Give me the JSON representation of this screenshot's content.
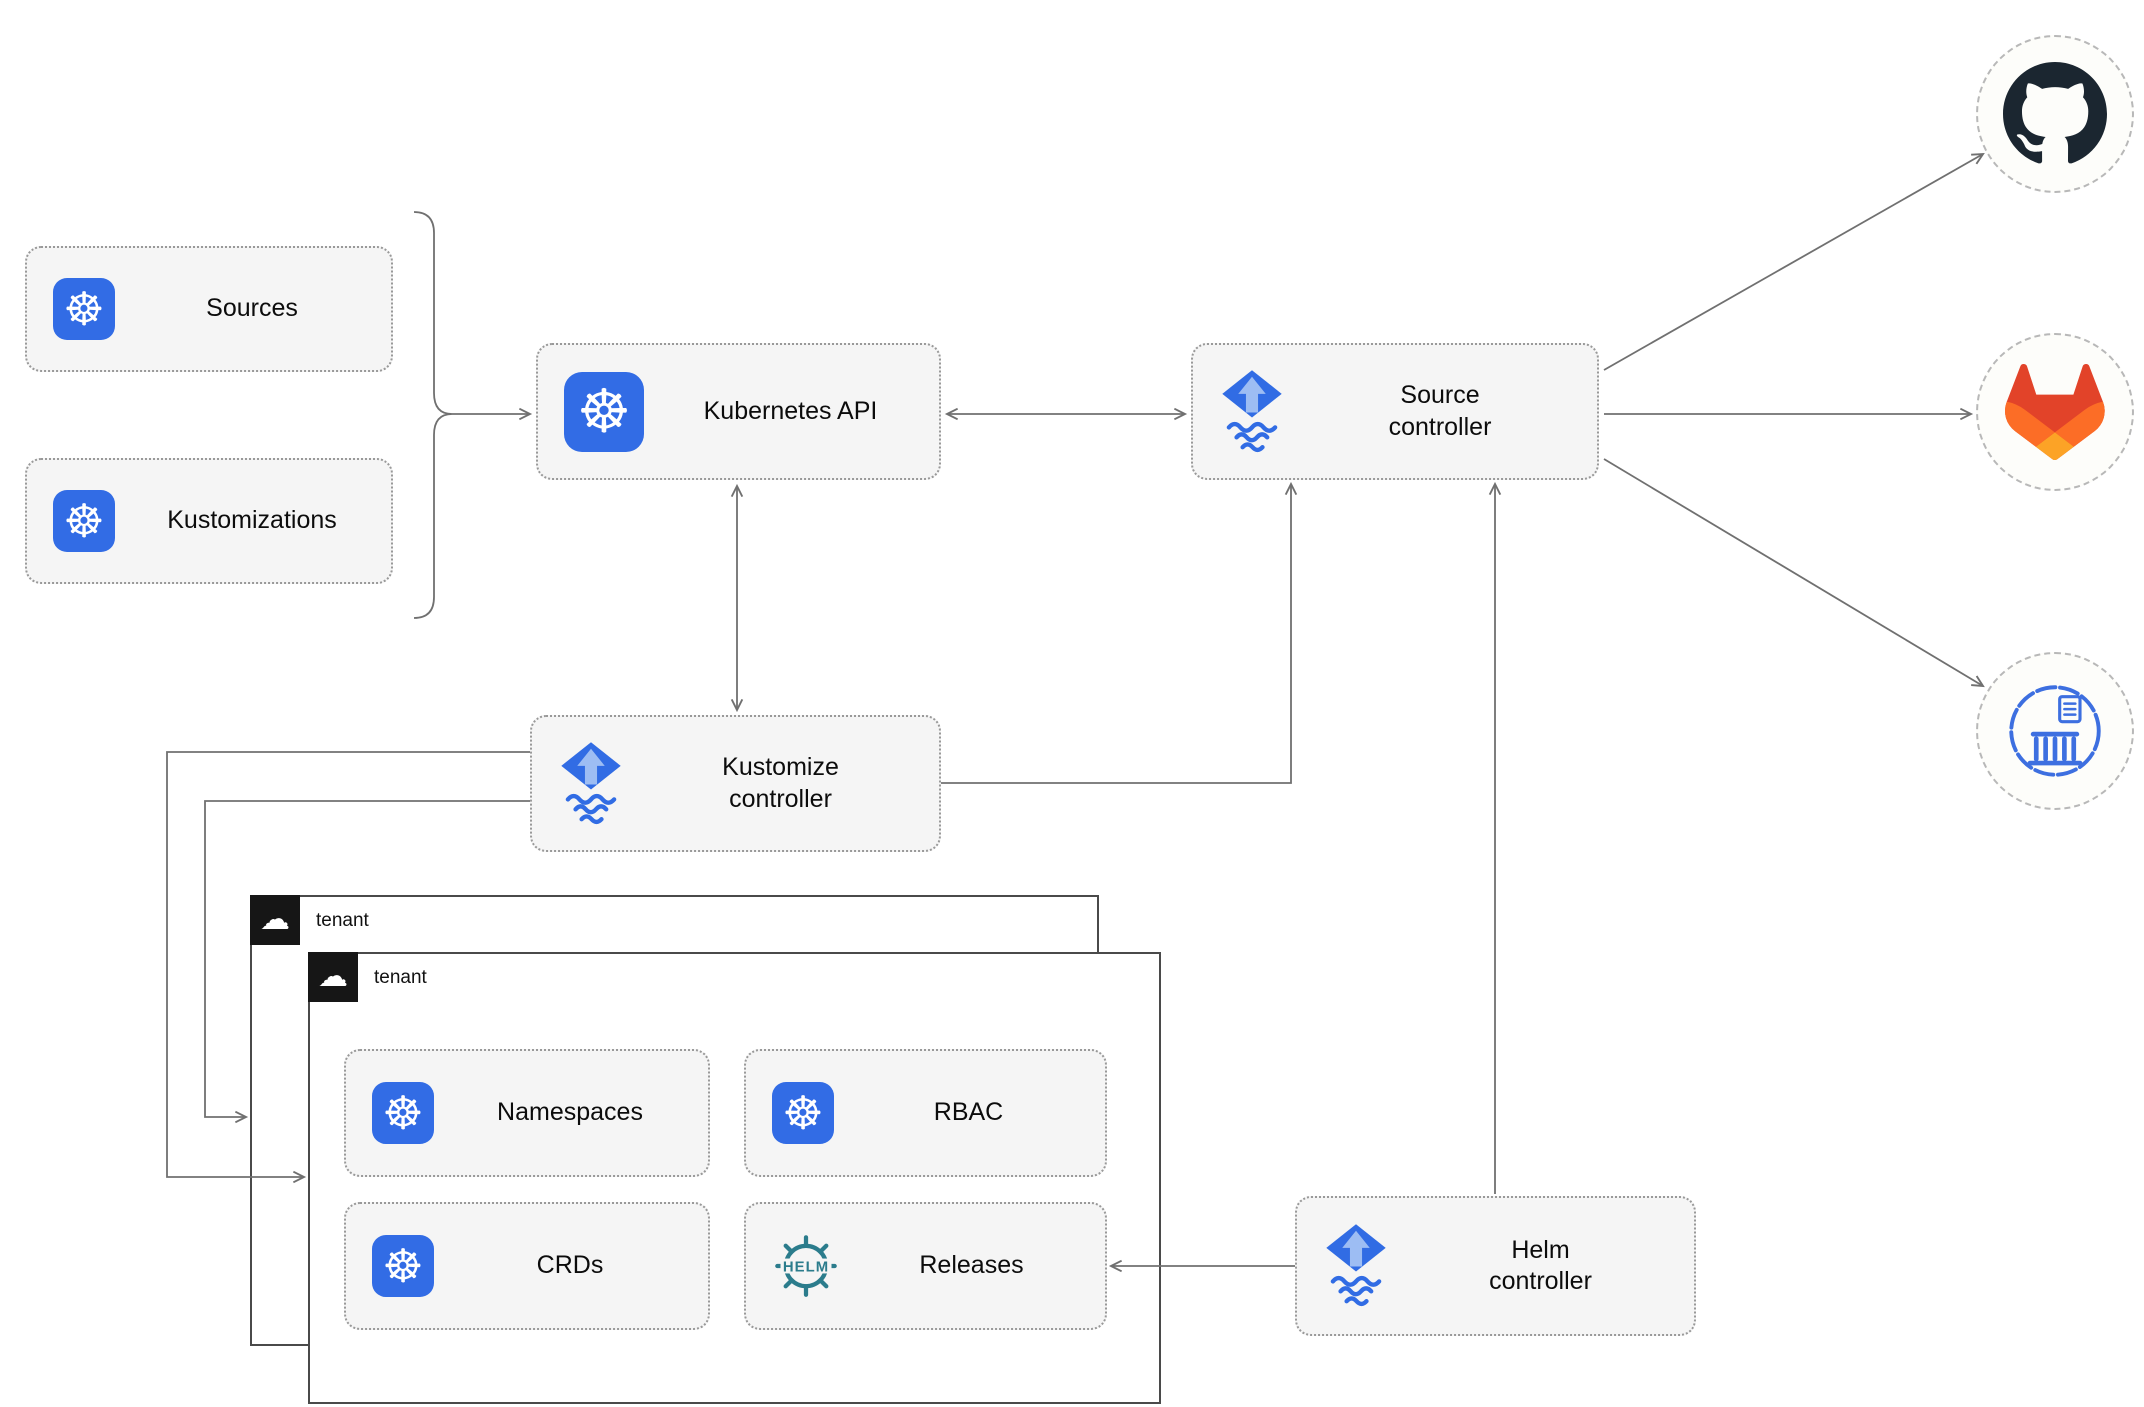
{
  "nodes": {
    "sources": {
      "label": "Sources"
    },
    "kustomizations": {
      "label": "Kustomizations"
    },
    "kubernetes_api": {
      "label": "Kubernetes API"
    },
    "source_controller": {
      "label": "Source\ncontroller"
    },
    "kustomize_controller": {
      "label": "Kustomize\ncontroller"
    },
    "helm_controller": {
      "label": "Helm\ncontroller"
    },
    "namespaces": {
      "label": "Namespaces"
    },
    "rbac": {
      "label": "RBAC"
    },
    "crds": {
      "label": "CRDs"
    },
    "releases": {
      "label": "Releases"
    }
  },
  "containers": {
    "tenant_back": {
      "label": "tenant"
    },
    "tenant_front": {
      "label": "tenant"
    }
  },
  "icons": {
    "kubernetes": {
      "name": "kubernetes-logo",
      "glyph": "☸"
    },
    "flux": {
      "name": "flux-logo"
    },
    "helm": {
      "name": "helm-logo",
      "text": "HELM"
    },
    "cloud": {
      "name": "cloud",
      "glyph": "☁"
    },
    "github": {
      "name": "github-logo"
    },
    "gitlab": {
      "name": "gitlab-logo"
    },
    "bucket": {
      "name": "bucket-storage-logo"
    }
  },
  "colors": {
    "kubernetes_blue": "#326CE5",
    "flux_blue": "#316CE4",
    "flux_arrow_light": "#9DBDF3",
    "helm_teal": "#2B7C8C",
    "github_dark": "#1B2630",
    "gitlab_red": "#E24329",
    "gitlab_orange": "#FC6D26",
    "gitlab_amber": "#FCA326",
    "bucket_blue": "#3D6FE0",
    "connector_gray": "#707070",
    "node_fill": "#F5F5F5",
    "node_border": "#999999",
    "tenant_border": "#4A4A4A",
    "tenant_tab_bg": "#161616",
    "background": "#FFFFFF"
  }
}
